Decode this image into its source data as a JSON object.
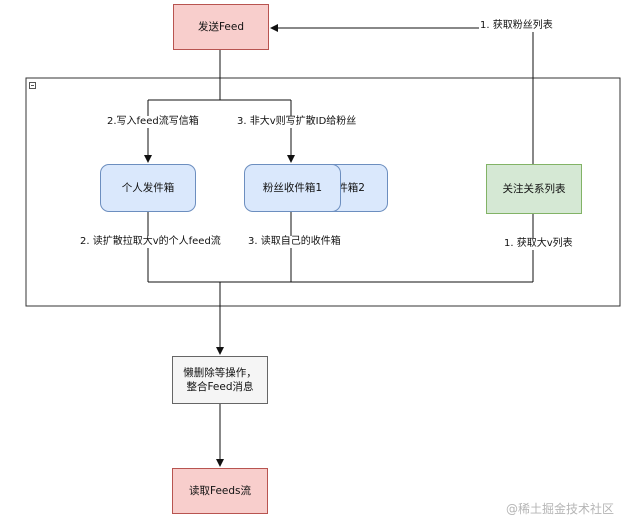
{
  "diagram": {
    "nodes": {
      "send_feed": "发送Feed",
      "outbox": "个人发件箱",
      "inbox_1": "粉丝收件箱1",
      "inbox_2_partial": "件箱2",
      "follow_list": "关注关系列表",
      "merge": "懒删除等操作，整合Feed消息",
      "read_feeds": "读取Feeds流"
    },
    "edge_labels": {
      "get_fans": "1. 获取粉丝列表",
      "write_outbox": "2.写入feed流写信箱",
      "non_bigv_fanout": "3. 非大v则写扩散ID给粉丝",
      "read_bigv": "2. 读扩散拉取大v的个人feed流",
      "read_own": "3. 读取自己的收件箱",
      "get_bigv": "1. 获取大v列表"
    },
    "colors": {
      "red_fill": "#f8cecc",
      "red_stroke": "#b85450",
      "blue_fill": "#dae8fc",
      "blue_stroke": "#6c8ebf",
      "green_fill": "#d5e8d4",
      "green_stroke": "#82b366",
      "gray_fill": "#f5f5f5",
      "gray_stroke": "#666666"
    }
  },
  "watermark": "@稀土掘金技术社区"
}
